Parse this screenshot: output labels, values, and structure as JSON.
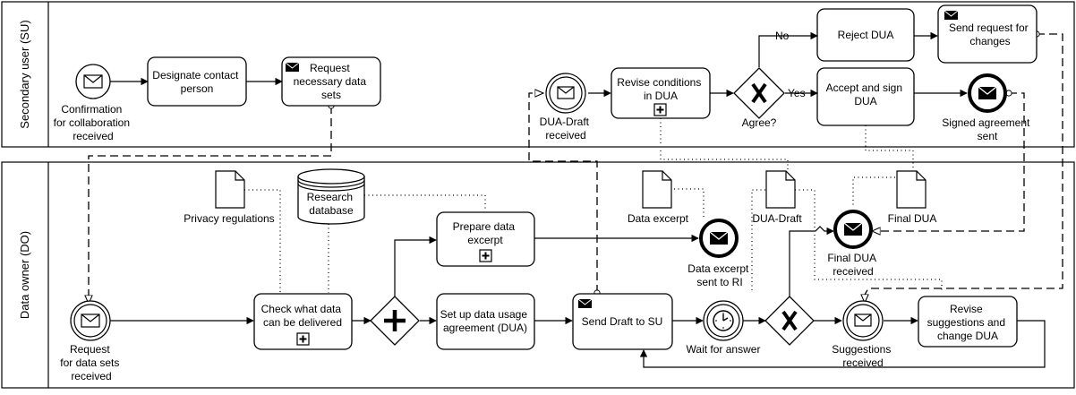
{
  "lanes": {
    "su": "Secondary user (SU)",
    "do": "Data owner (DO)"
  },
  "su": {
    "start_event": [
      "Confirmation",
      "for collaboration",
      "received"
    ],
    "designate": [
      "Designate contact",
      "person"
    ],
    "request_sets": [
      "Request",
      "necessary data",
      "sets"
    ],
    "dua_draft_received": [
      "DUA-Draft",
      "received"
    ],
    "revise_conditions": [
      "Revise conditions",
      "in DUA"
    ],
    "gateway": "Agree?",
    "no_label": "No",
    "yes_label": "Yes",
    "reject": "Reject DUA",
    "send_request": [
      "Send request for",
      "changes"
    ],
    "accept": [
      "Accept and sign",
      "DUA"
    ],
    "signed_sent": [
      "Signed agreement",
      "sent"
    ]
  },
  "do": {
    "request_received": [
      "Request",
      "for data sets",
      "received"
    ],
    "privacy": "Privacy regulations",
    "research_db": [
      "Research",
      "database"
    ],
    "check": [
      "Check what data",
      "can be delivered"
    ],
    "prepare": [
      "Prepare data",
      "excerpt"
    ],
    "setup": [
      "Set up data usage",
      "agreement (DUA)"
    ],
    "send_draft": "Send Draft to SU",
    "data_excerpt_doc": "Data excerpt",
    "excerpt_sent": [
      "Data excerpt",
      "sent to RI"
    ],
    "dua_draft_doc": "DUA-Draft",
    "final_dua_doc": "Final DUA",
    "final_received": [
      "Final DUA",
      "received"
    ],
    "wait": "Wait for answer",
    "suggestions": [
      "Suggestions",
      "received"
    ],
    "revise_suggestions": [
      "Revise",
      "suggestions and",
      "change DUA"
    ]
  }
}
